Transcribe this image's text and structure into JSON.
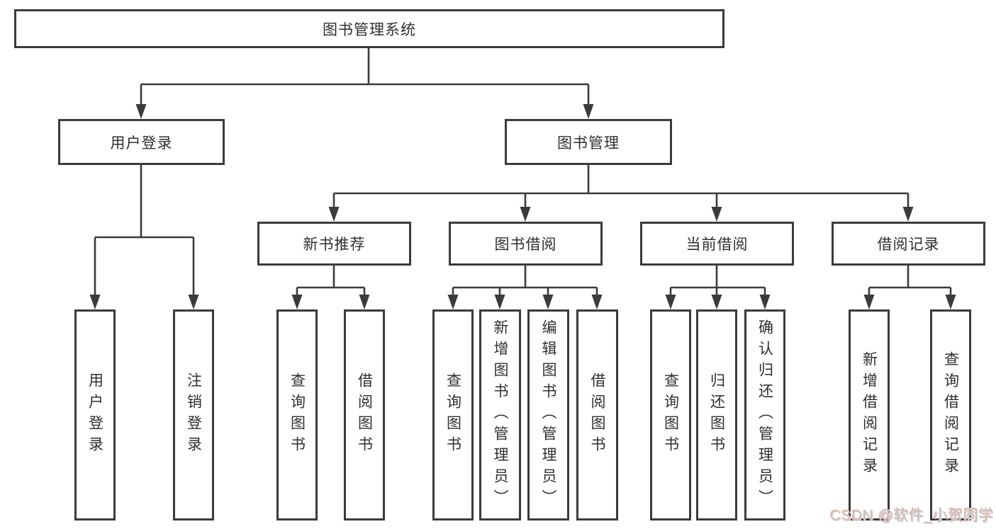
{
  "tree": {
    "root": {
      "label": "图书管理系统"
    },
    "branches": [
      {
        "label": "用户登录",
        "children": [
          {
            "label": "用户登录"
          },
          {
            "label": "注销登录"
          }
        ]
      },
      {
        "label": "图书管理",
        "children": [
          {
            "label": "新书推荐",
            "children": [
              {
                "label": "查询图书"
              },
              {
                "label": "借阅图书"
              }
            ]
          },
          {
            "label": "图书借阅",
            "children": [
              {
                "label": "查询图书"
              },
              {
                "label": "新增图书（管理员）"
              },
              {
                "label": "编辑图书（管理员）"
              },
              {
                "label": "借阅图书"
              }
            ]
          },
          {
            "label": "当前借阅",
            "children": [
              {
                "label": "查询图书"
              },
              {
                "label": "归还图书"
              },
              {
                "label": "确认归还（管理员）"
              }
            ]
          },
          {
            "label": "借阅记录",
            "children": [
              {
                "label": "新增借阅记录"
              },
              {
                "label": "查询借阅记录"
              }
            ]
          }
        ]
      }
    ]
  },
  "watermark": {
    "text": "CSDN @软件_小贺同学"
  },
  "colors": {
    "line": "#3b3b3b",
    "box_border": "#3b3b3b",
    "text": "#2f2f2f",
    "watermark": "#c4c4c4",
    "background": "#ffffff"
  }
}
